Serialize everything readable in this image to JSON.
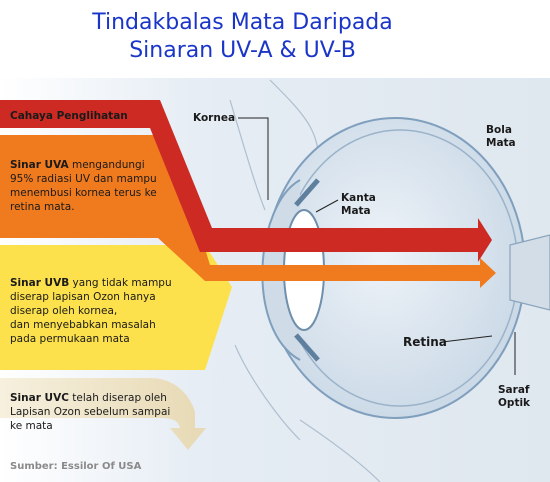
{
  "title_line1": "Tindakbalas Mata Daripada",
  "title_line2": "Sinaran UV-A & UV-B",
  "bands": {
    "visible": {
      "label": "Cahaya Penglihatan"
    },
    "uva": {
      "bold": "Sinar UVA",
      "text_first": " mengandungi",
      "text_rest": "95% radiasi UV dan mampu menembusi kornea terus ke retina mata."
    },
    "uvb": {
      "bold": "Sinar UVB",
      "text_first": " yang tidak mampu",
      "line2": "diserap lapisan Ozon hanya",
      "line3": "diserap oleh kornea,",
      "line4": "dan menyebabkan masalah",
      "line5": "pada permukaan mata"
    },
    "uvc": {
      "bold": "Sinar UVC",
      "text_first": " telah diserap oleh",
      "line2": "Lapisan Ozon sebelum sampai",
      "line3": "ke mata"
    }
  },
  "labels": {
    "cornea": "Kornea",
    "eyeball_1": "Bola",
    "eyeball_2": "Mata",
    "lens_1": "Kanta",
    "lens_2": "Mata",
    "retina": "Retina",
    "nerve_1": "Saraf",
    "nerve_2": "Optik"
  },
  "source": "Sumber: Essilor Of USA",
  "colors": {
    "visible": "#cc2a22",
    "uva": "#f07a1e",
    "uvb": "#fde14c",
    "uvc": "#f2e8cf",
    "title": "#1a35c8",
    "eye_fill": "#d7e3ee",
    "eye_stroke": "#7f9fbd"
  }
}
